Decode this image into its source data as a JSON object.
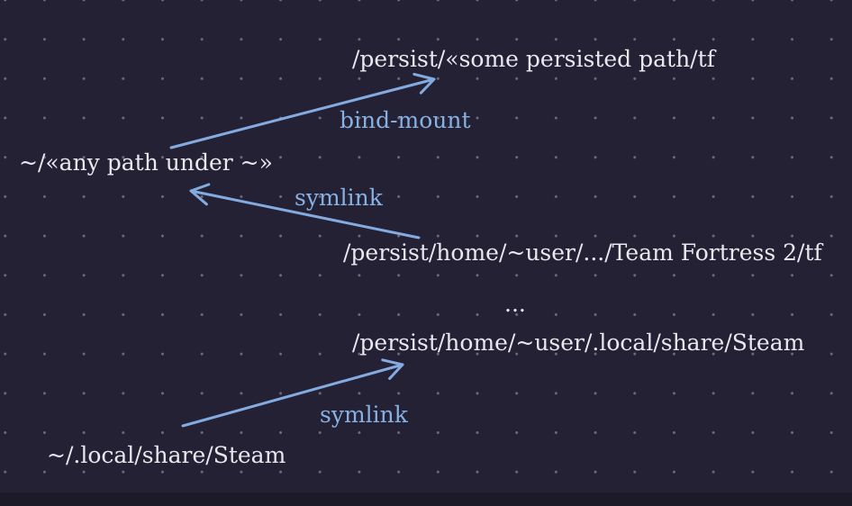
{
  "colors": {
    "background": "#232133",
    "grid_dot": "#6e6b7d",
    "bottom_strip": "#1c1a28",
    "arrow": "#84abe0",
    "edge_label": "#87b1e3",
    "node_text": "#e9e8ee"
  },
  "nodes": [
    {
      "id": "persist-some-path",
      "text": "/persist/«some persisted path/tf"
    },
    {
      "id": "any-path-under-home",
      "text": "~/«any path under ~»"
    },
    {
      "id": "persist-team-fortress",
      "text": "/persist/home/~user/.../Team Fortress 2/tf"
    },
    {
      "id": "ellipsis",
      "text": "..."
    },
    {
      "id": "persist-steam",
      "text": "/persist/home/~user/.local/share/Steam"
    },
    {
      "id": "home-steam",
      "text": "~/.local/share/Steam"
    }
  ],
  "edges": [
    {
      "id": "bind-mount-edge",
      "label": "bind-mount"
    },
    {
      "id": "symlink-tf-edge",
      "label": "symlink"
    },
    {
      "id": "symlink-steam-edge",
      "label": "symlink"
    }
  ]
}
